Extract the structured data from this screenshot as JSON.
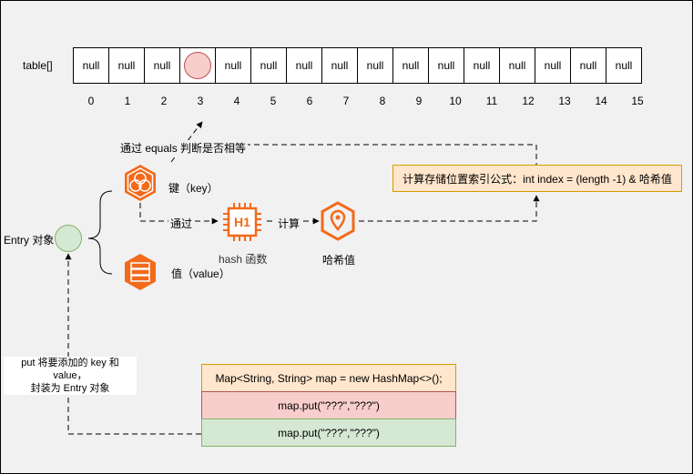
{
  "table": {
    "label": "table[]",
    "cells": [
      "null",
      "null",
      "null",
      "",
      "null",
      "null",
      "null",
      "null",
      "null",
      "null",
      "null",
      "null",
      "null",
      "null",
      "null",
      "null"
    ],
    "highlight_index": 3,
    "indices": [
      "0",
      "1",
      "2",
      "3",
      "4",
      "5",
      "6",
      "7",
      "8",
      "9",
      "10",
      "11",
      "12",
      "13",
      "14",
      "15"
    ]
  },
  "labels": {
    "equals": "通过 equals 判断是否相等",
    "key": "键（key）",
    "value": "值（value）",
    "via": "通过",
    "compute": "计算",
    "hash_fn": "hash 函数",
    "hash_value": "哈希值",
    "entry": "Entry 对象",
    "put_line1": "put 将要添加的 key 和 value，",
    "put_line2": "封装为 Entry 对象"
  },
  "formula": "计算存储位置索引公式：int index = (length -1) & 哈希值",
  "hash_chip_text": "H1",
  "code": {
    "line1": "Map<String, String> map = new HashMap<>();",
    "line2": "map.put(\"???\",\"???\")",
    "line3": "map.put(\"???\",\"???\")"
  },
  "colors": {
    "accent_orange": "#f26a1b",
    "code_header": "#ffe6cc",
    "code_header_border": "#d79b00",
    "code_red": "#f8cecc",
    "code_red_border": "#b85450",
    "code_green": "#d5e8d4",
    "code_green_border": "#82b366",
    "formula_fill": "#ffe6cc",
    "formula_border": "#d79b00"
  }
}
